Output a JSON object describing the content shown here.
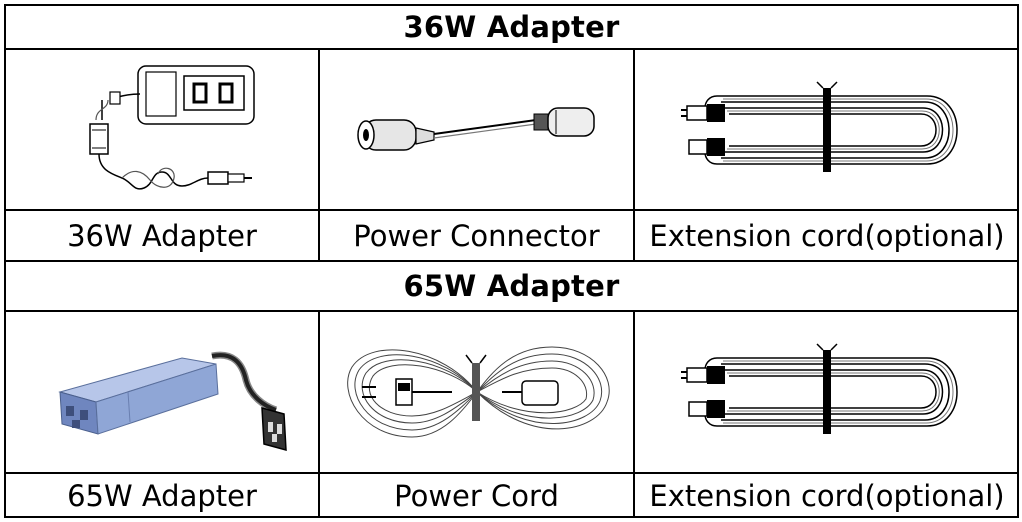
{
  "sections": [
    {
      "title": "36W Adapter",
      "items": [
        {
          "label": "36W Adapter",
          "icon": "36w-adapter-with-plug-icon"
        },
        {
          "label": "Power Connector",
          "icon": "power-connector-icon"
        },
        {
          "label": "Extension cord(optional)",
          "icon": "coiled-extension-cord-icon"
        }
      ]
    },
    {
      "title": "65W Adapter",
      "items": [
        {
          "label": "65W Adapter",
          "icon": "65w-adapter-brick-icon"
        },
        {
          "label": "Power Cord",
          "icon": "coiled-power-cord-icon"
        },
        {
          "label": "Extension cord(optional)",
          "icon": "coiled-extension-cord-icon"
        }
      ]
    }
  ],
  "colors": {
    "border": "#000000",
    "adapter_brick": "#8fa6d6",
    "background": "#ffffff"
  }
}
